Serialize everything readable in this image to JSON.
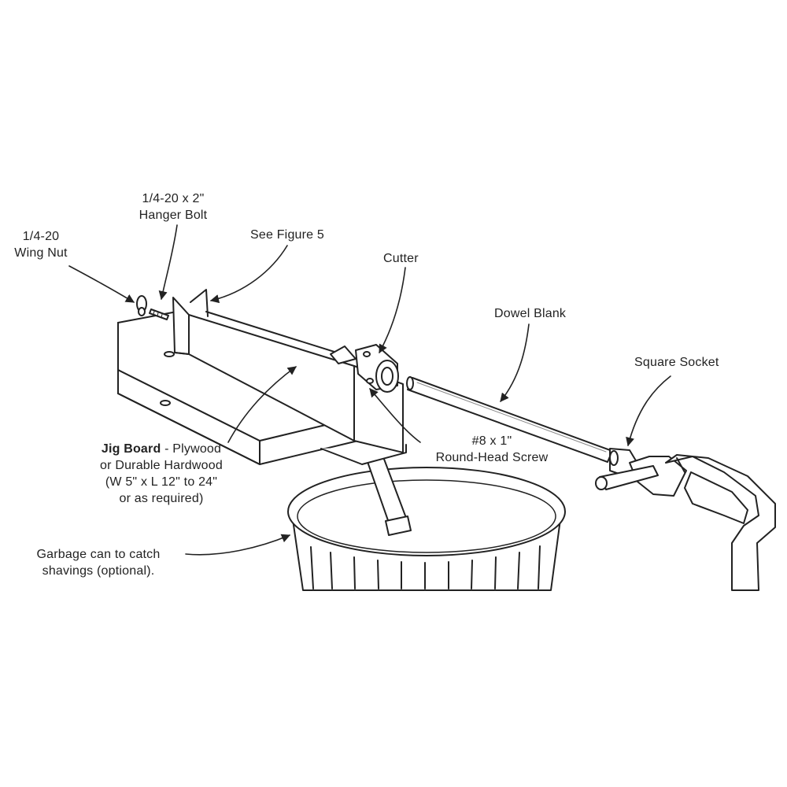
{
  "labels": {
    "wing_nut": {
      "line1": "1/4-20",
      "line2": "Wing Nut"
    },
    "hanger_bolt": {
      "line1": "1/4-20 x 2\"",
      "line2": "Hanger Bolt"
    },
    "see_figure": "See Figure 5",
    "cutter": "Cutter",
    "dowel_blank": "Dowel Blank",
    "square_socket": "Square Socket",
    "screw": {
      "line1": "#8 x 1\"",
      "line2": "Round-Head Screw"
    },
    "jig_board": {
      "bold": "Jig Board",
      "rest": " - Plywood",
      "line2": "or Durable Hardwood",
      "line3": "(W 5\" x L 12\" to 24\"",
      "line4": "or as required)"
    },
    "garbage_can": {
      "line1": "Garbage can to catch",
      "line2": "shavings (optional)."
    }
  },
  "colors": {
    "line": "#222222",
    "fill": "#ffffff",
    "shade": "#e6e6e6"
  }
}
